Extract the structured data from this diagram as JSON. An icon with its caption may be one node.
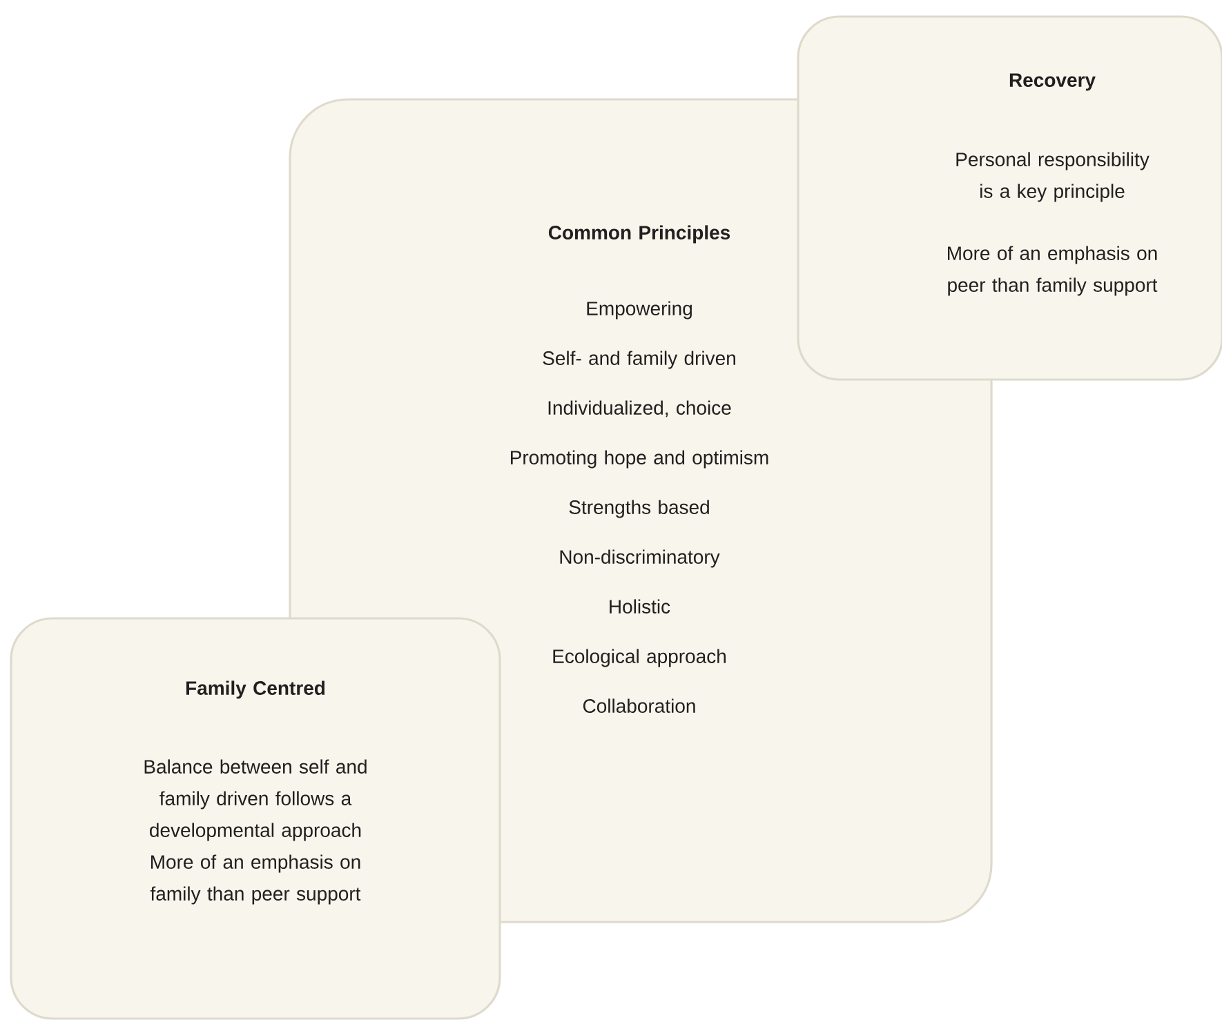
{
  "diagram": {
    "nodes": [
      {
        "text": [
          "Common Principles",
          "Empowering",
          "Self- and family driven",
          "Individualized, choice",
          "Promoting hope and optimism",
          "Strengths based",
          "Non-discriminatory",
          "Holistic",
          "Ecological approach",
          "Collaboration"
        ]
      },
      {
        "text": [
          "Recovery",
          "Personal responsibility is a key principle",
          "More of an emphasis on peer than family support"
        ]
      },
      {
        "text": [
          "Family Centred",
          "Balance between self and family driven follows a developmental approach",
          "More of an emphasis on family than peer support"
        ]
      }
    ]
  }
}
